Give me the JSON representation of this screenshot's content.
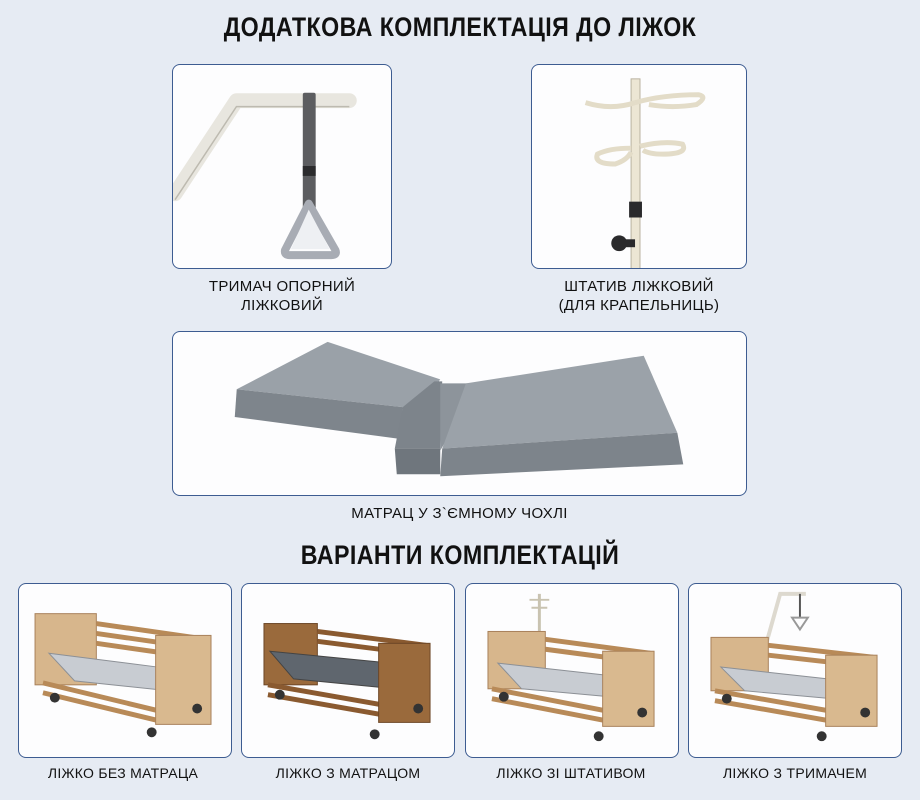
{
  "titles": {
    "accessories": "ДОДАТКОВА КОМПЛЕКТАЦІЯ ДО ЛІЖОК",
    "variants": "ВАРІАНТИ КОМПЛЕКТАЦІЙ"
  },
  "accessories": [
    {
      "id": "trapeze",
      "caption_lines": [
        "ТРИМАЧ ОПОРНИЙ",
        "ЛІЖКОВИЙ"
      ]
    },
    {
      "id": "iv-stand",
      "caption_lines": [
        "ШТАТИВ ЛІЖКОВИЙ",
        "(ДЛЯ КРАПЕЛЬНИЦЬ)"
      ]
    },
    {
      "id": "mattress",
      "caption_lines": [
        "МАТРАЦ У З`ЄМНОМУ ЧОХЛІ"
      ]
    }
  ],
  "variants": [
    {
      "id": "no-mattress",
      "caption": "ЛІЖКО БЕЗ МАТРАЦА"
    },
    {
      "id": "with-mattress",
      "caption": "ЛІЖКО З МАТРАЦОМ"
    },
    {
      "id": "with-stand",
      "caption": "ЛІЖКО ЗІ ШТАТИВОМ"
    },
    {
      "id": "with-trapeze",
      "caption": "ЛІЖКО З ТРИМАЧЕМ"
    }
  ],
  "colors": {
    "background": "#e6ebf3",
    "frame_border": "#3d5c91",
    "mattress_gray": "#8a9199",
    "wood_light": "#d9b98f",
    "wood_dark": "#9a6a3c"
  }
}
